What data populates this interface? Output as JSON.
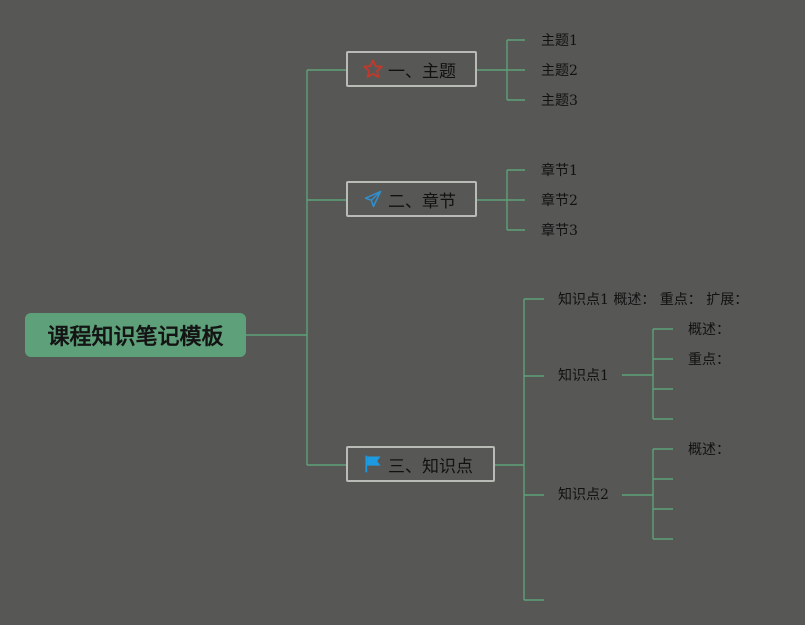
{
  "diagram": {
    "root": {
      "label": "课程知识笔记模板"
    },
    "branches": [
      {
        "label": "一、主题",
        "icon": "star-icon",
        "icon_color": "#c0392b",
        "children": [
          "主题1",
          "主题2",
          "主题3"
        ]
      },
      {
        "label": "二、章节",
        "icon": "paper-plane-icon",
        "icon_color": "#2f8fd0",
        "children": [
          "章节1",
          "章节2",
          "章节3"
        ]
      },
      {
        "label": "三、知识点",
        "icon": "flag-icon",
        "icon_color": "#1e9be0",
        "children": [
          {
            "label": "知识点1 概述： 重点： 扩展："
          },
          {
            "label": "知识点1",
            "children": [
              "概述：",
              "重点：",
              "",
              ""
            ]
          },
          {
            "label": "知识点2",
            "children": [
              "概述：",
              "",
              "",
              ""
            ]
          },
          {
            "label": ""
          }
        ]
      }
    ],
    "colors": {
      "background": "#575855",
      "connector": "#5ea07a",
      "root_fill": "#5ea07a",
      "branch_border": "#b9bbb6"
    }
  }
}
